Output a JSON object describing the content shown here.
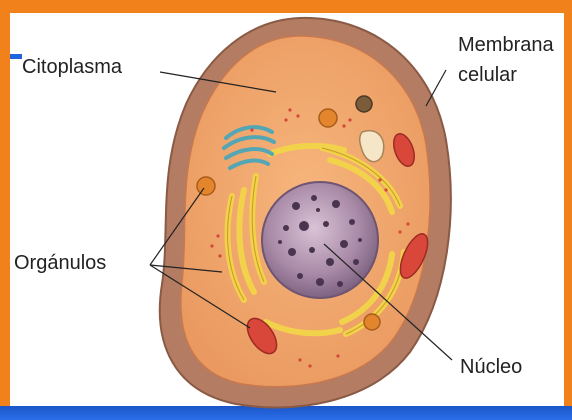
{
  "labels": {
    "citoplasma": "Citoplasma",
    "membrana_line1": "Membrana",
    "membrana_line2": "celular",
    "organulos": "Orgánulos",
    "nucleo": "Núcleo"
  },
  "colors": {
    "frame_orange": "#f1811b",
    "background_blue": "#1c5fd6",
    "membrane": "#b07a62",
    "cytoplasm": "#f0a46a",
    "nucleus": "#a78aa8",
    "golgi": "#53a6b4",
    "er": "#f2d24a",
    "mitochondria": "#d9473a"
  }
}
